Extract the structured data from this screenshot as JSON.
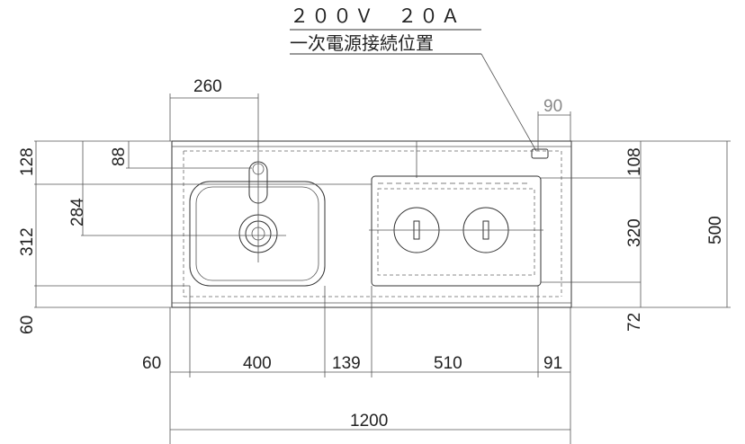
{
  "power_note": {
    "line1": "２００Ｖ　２０Ａ",
    "line2": "一次電源接続位置"
  },
  "dimensions": {
    "faucet_offset": "260",
    "outlet_width": "90",
    "top_left_128": "128",
    "top_left_88": "88",
    "left_284": "284",
    "left_312": "312",
    "left_60": "60",
    "right_108": "108",
    "right_320": "320",
    "right_72": "72",
    "total_depth": "500",
    "bottom_60": "60",
    "sink_width": "400",
    "gap_139": "139",
    "cooktop_width": "510",
    "right_91": "91",
    "total_width": "1200"
  }
}
